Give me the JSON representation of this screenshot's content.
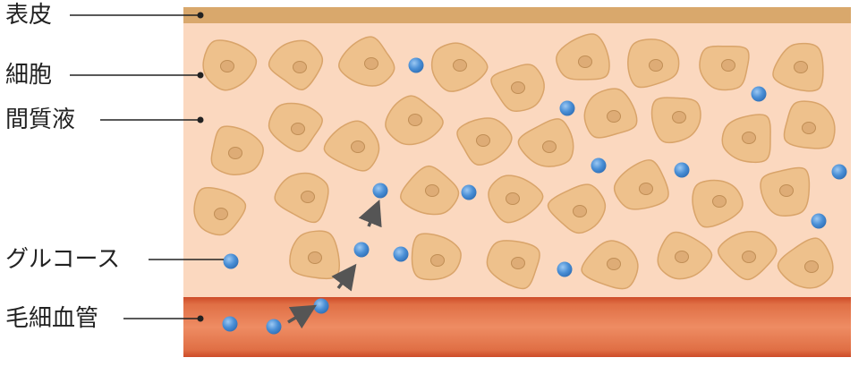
{
  "labels": {
    "epidermis": "表皮",
    "cell": "細胞",
    "interstitial_fluid": "間質液",
    "glucose": "グルコース",
    "capillary": "毛細血管"
  },
  "colors": {
    "epidermis": "#d9a86c",
    "tissue": "#fbd8bf",
    "cell_fill": "#eec18c",
    "cell_stroke": "#d9a46a",
    "nucleus_fill": "#deac76",
    "nucleus_stroke": "#c08e55",
    "glucose": "#4a8fd6",
    "capillary_top": "#cd4b28",
    "capillary_mid": "#ee8c63",
    "arrow": "#555555",
    "leader_line": "#222222"
  },
  "icons": {
    "glucose": "glucose-molecule-icon",
    "cell": "cell-icon",
    "arrow": "diffusion-arrow-icon"
  }
}
